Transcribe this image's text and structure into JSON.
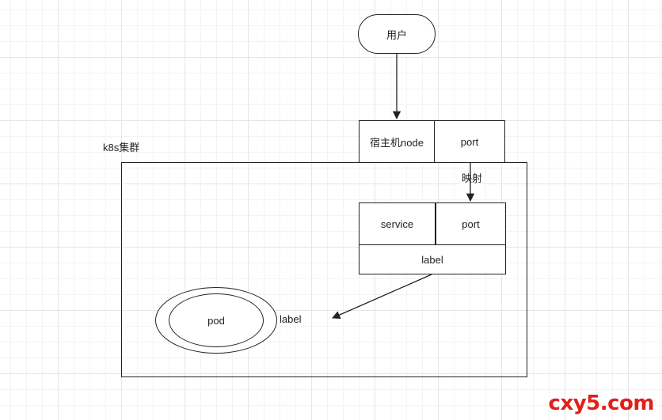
{
  "diagram": {
    "user": "用户",
    "host_node": "宿主机node",
    "host_port": "port",
    "mapping": "映射",
    "cluster": "k8s集群",
    "service": "service",
    "service_port": "port",
    "service_label": "label",
    "pod": "pod",
    "pod_label": "label"
  },
  "colors": {
    "line": "#222222",
    "watermark": "#e0201b"
  },
  "watermark": "cxy5.com"
}
